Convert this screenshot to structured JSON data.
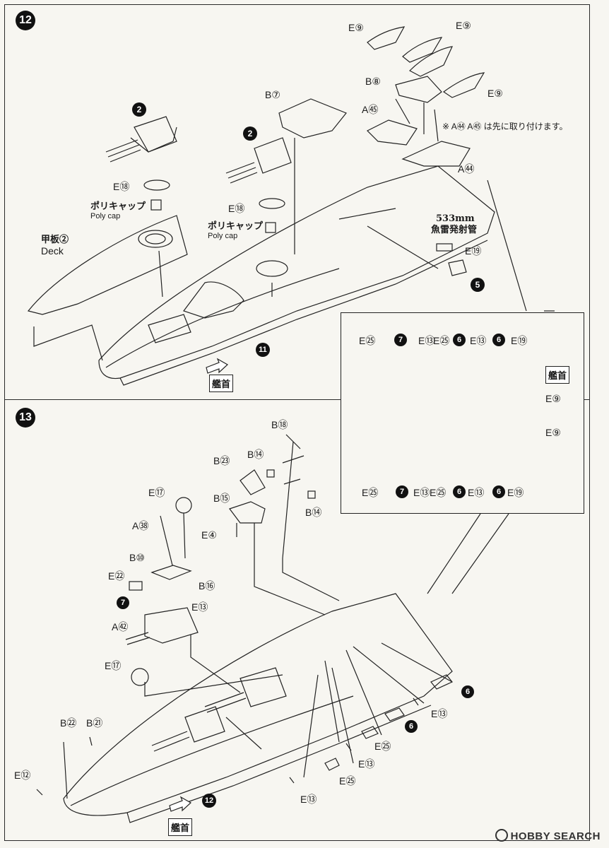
{
  "steps": {
    "step12": "12",
    "step13": "13"
  },
  "labels": {
    "e9": "E⑨",
    "b8": "B⑧",
    "a55": "A㊺",
    "a54": "A㊹",
    "b7": "B⑦",
    "e18": "E⑱",
    "e19": "E⑲",
    "e25": "E㉕",
    "e13": "E⑬",
    "b18": "B⑱",
    "b23": "B㉓",
    "b14": "B⑭",
    "b15": "B⑮",
    "e17": "E⑰",
    "a38": "A㊳",
    "e4": "E④",
    "b10": "B⑩",
    "b16": "B⑯",
    "e22": "E㉒",
    "a42": "A㊷",
    "b22": "B㉒",
    "b21": "B㉑",
    "e12": "E⑫"
  },
  "part_numbers": {
    "p2": "2",
    "p5": "5",
    "p6": "6",
    "p7": "7",
    "p11": "11",
    "p12": "12"
  },
  "notes": {
    "pre_attach": "※ A㊹ A㊺ は先に取り付けます。",
    "torpedo_jp": "533mm",
    "torpedo_jp2": "魚雷発射管",
    "polycap_jp": "ポリキャップ",
    "polycap_en": "Poly cap",
    "deck_jp": "甲板②",
    "deck_en": "Deck",
    "bow": "艦首"
  },
  "watermark": "HOBBY SEARCH"
}
